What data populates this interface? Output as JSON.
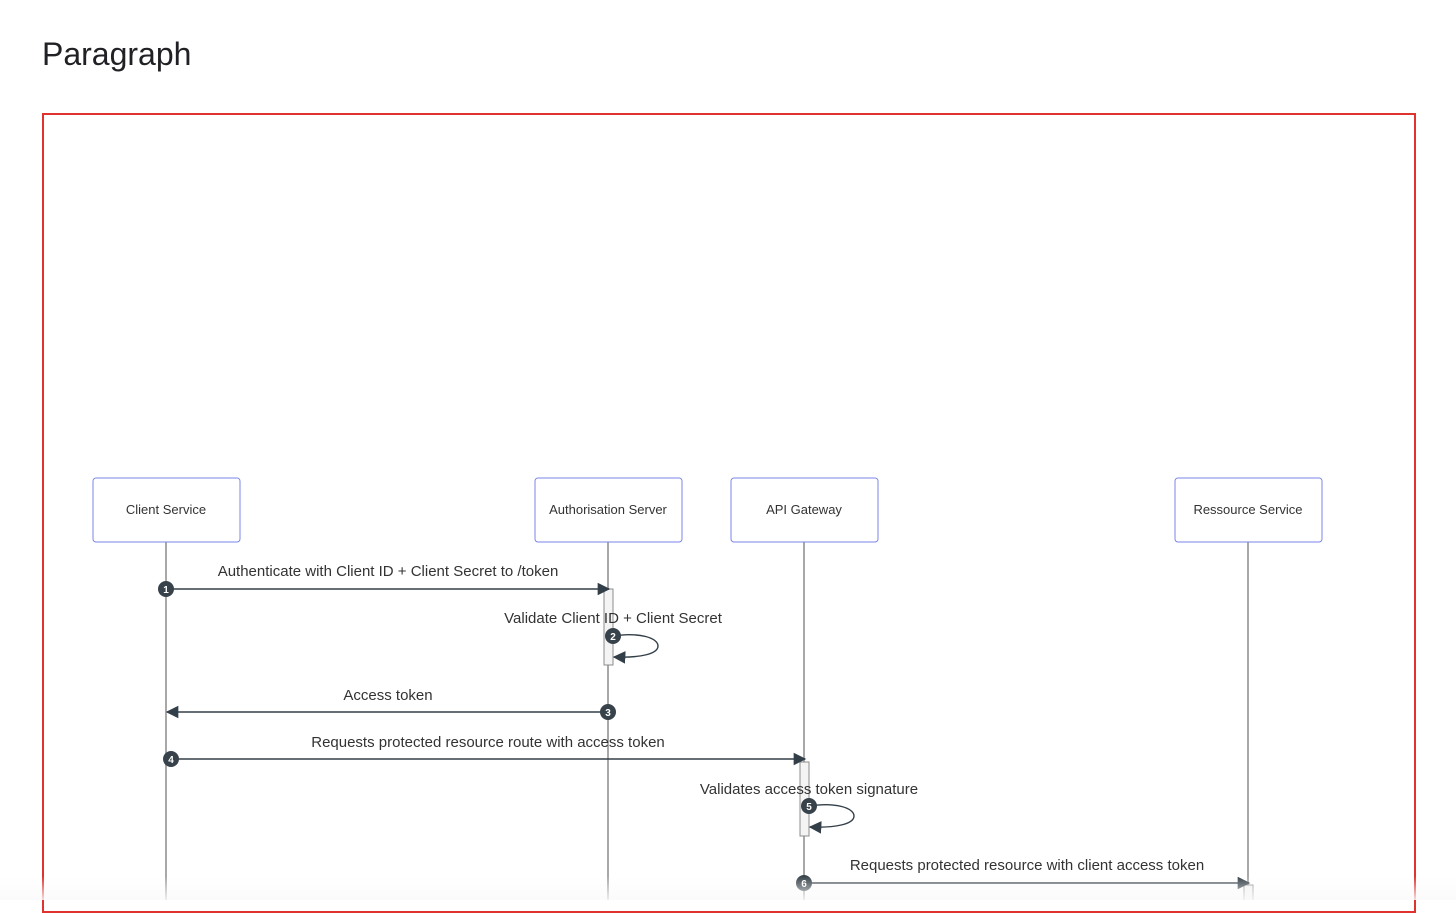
{
  "page": {
    "title": "Paragraph"
  },
  "colors": {
    "frame_border": "#e0322f",
    "participant_border": "#7a86e8",
    "lifeline": "#a8a8a8",
    "arrow": "#333f48",
    "sequence_badge": "#37424a"
  },
  "diagram": {
    "type": "sequence",
    "participants": [
      {
        "id": "client",
        "label": "Client Service"
      },
      {
        "id": "auth",
        "label": "Authorisation Server"
      },
      {
        "id": "gateway",
        "label": "API Gateway"
      },
      {
        "id": "resource",
        "label": "Ressource Service"
      }
    ],
    "messages": [
      {
        "seq": "1",
        "from": "client",
        "to": "auth",
        "label": "Authenticate with Client ID + Client Secret to /token",
        "kind": "call"
      },
      {
        "seq": "2",
        "from": "auth",
        "to": "auth",
        "label": "Validate Client ID + Client Secret",
        "kind": "self"
      },
      {
        "seq": "3",
        "from": "auth",
        "to": "client",
        "label": "Access token",
        "kind": "reply"
      },
      {
        "seq": "4",
        "from": "client",
        "to": "gateway",
        "label": "Requests protected resource route with access token",
        "kind": "call"
      },
      {
        "seq": "5",
        "from": "gateway",
        "to": "gateway",
        "label": "Validates access token signature",
        "kind": "self"
      },
      {
        "seq": "6",
        "from": "gateway",
        "to": "resource",
        "label": "Requests protected resource with client access token",
        "kind": "call"
      }
    ]
  }
}
